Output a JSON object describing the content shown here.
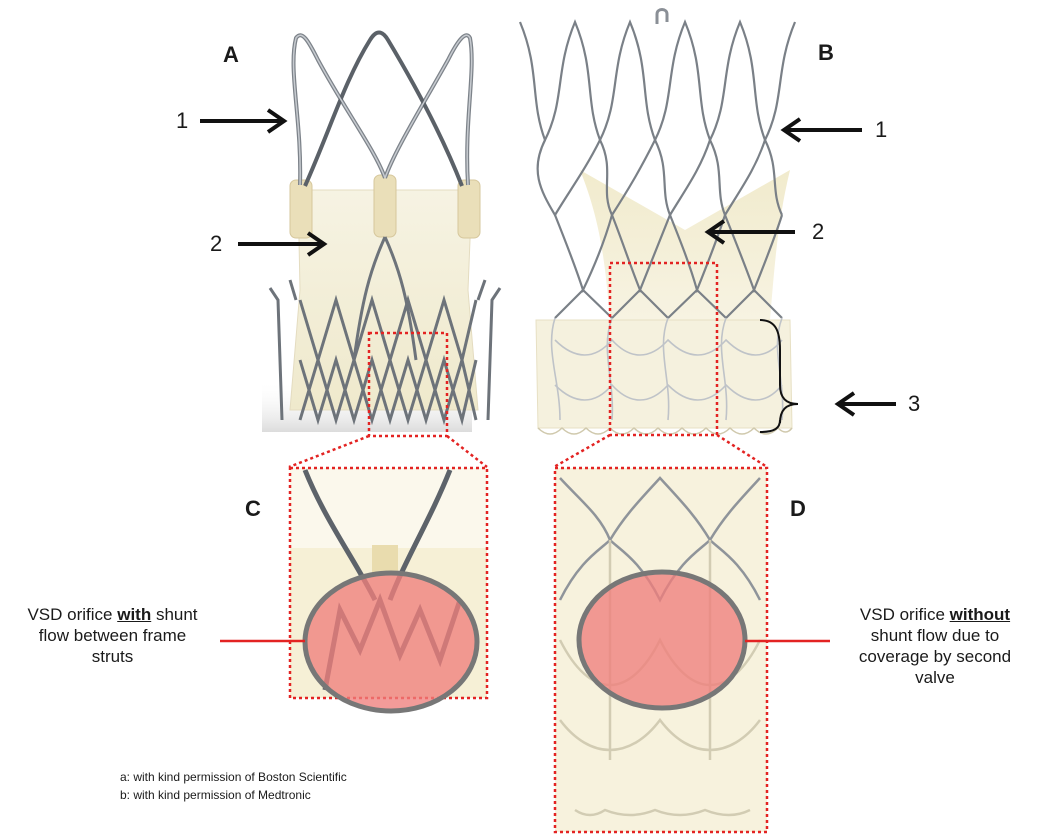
{
  "panels": {
    "a": {
      "letter": "A",
      "arrows": [
        "1",
        "2"
      ]
    },
    "b": {
      "letter": "B",
      "arrows": [
        "1",
        "2",
        "3"
      ]
    },
    "c": {
      "letter": "C"
    },
    "d": {
      "letter": "D"
    }
  },
  "callouts": {
    "left": {
      "line1_pre": "VSD orifice ",
      "line1_bold": "with",
      "line1_post": " shunt",
      "line2": "flow between frame",
      "line3": "struts"
    },
    "right": {
      "line1_pre": "VSD orifice ",
      "line1_bold": "without",
      "line2": "shunt flow due to",
      "line3": "coverage by second",
      "line4": "valve"
    }
  },
  "credits": {
    "a": "a: with kind permission of Boston Scientific",
    "b": "b: with kind permission of Medtronic"
  },
  "colors": {
    "zoom_box": "#e32322",
    "orifice_fill": "#f07f7c",
    "orifice_stroke": "#777777",
    "stent_metal": "#8a8f96",
    "tissue": "#f3efd6",
    "pointer_line": "#e32322"
  }
}
